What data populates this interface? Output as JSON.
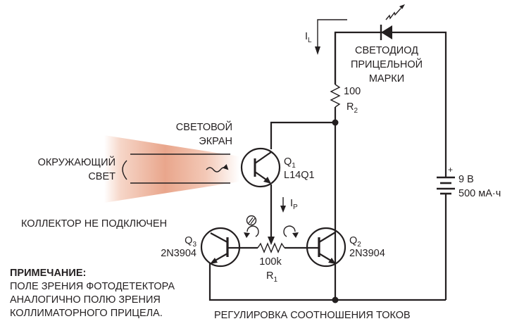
{
  "diagram": {
    "type": "circuit-schematic",
    "colors": {
      "line": "#231f20",
      "light_beam": "#e9a68c",
      "background": "#ffffff"
    },
    "labels": {
      "current_load": "I",
      "current_load_sub": "L",
      "current_photo": "I",
      "current_photo_sub": "P",
      "led_line1": "СВЕТОДИОД",
      "led_line2": "ПРИЦЕЛЬНОЙ",
      "led_line3": "МАРКИ",
      "r2_value": "100",
      "r2_name": "R",
      "r2_sub": "2",
      "shield_line1": "СВЕТОВОЙ",
      "shield_line2": "ЭКРАН",
      "ambient_line1": "ОКРУЖАЮЩИЙ",
      "ambient_line2": "СВЕТ",
      "q1_name": "Q",
      "q1_sub": "1",
      "q1_part": "L14Q1",
      "battery_plus": "+",
      "battery_voltage": "9 В",
      "battery_capacity": "500 мА·ч",
      "collector_note": "КОЛЛЕКТОР НЕ ПОДКЛЮЧЕН",
      "q3_name": "Q",
      "q3_sub": "3",
      "q3_part": "2N3904",
      "q2_name": "Q",
      "q2_sub": "2",
      "q2_part": "2N3904",
      "r1_value": "100k",
      "r1_name": "R",
      "r1_sub": "1",
      "note_title": "ПРИМЕЧАНИЕ:",
      "note_line1": "ПОЛЕ ЗРЕНИЯ ФОТОДЕТЕКТОРА",
      "note_line2": "АНАЛОГИЧНО ПОЛЮ ЗРЕНИЯ",
      "note_line3": "КОЛЛИМАТОРНОГО ПРИЦЕЛА.",
      "ratio_adjust": "РЕГУЛИРОВКА СООТНОШЕНИЯ ТОКОВ"
    },
    "components": [
      {
        "id": "D1",
        "kind": "led",
        "label": "СВЕТОДИОД ПРИЦЕЛЬНОЙ МАРКИ"
      },
      {
        "id": "R2",
        "kind": "resistor",
        "value": "100"
      },
      {
        "id": "Q1",
        "kind": "phototransistor",
        "part": "L14Q1"
      },
      {
        "id": "Q2",
        "kind": "npn-transistor",
        "part": "2N3904"
      },
      {
        "id": "Q3",
        "kind": "npn-transistor",
        "part": "2N3904"
      },
      {
        "id": "R1",
        "kind": "potentiometer",
        "value": "100k"
      },
      {
        "id": "B1",
        "kind": "battery",
        "value": "9 В",
        "capacity": "500 мА·ч"
      }
    ]
  }
}
